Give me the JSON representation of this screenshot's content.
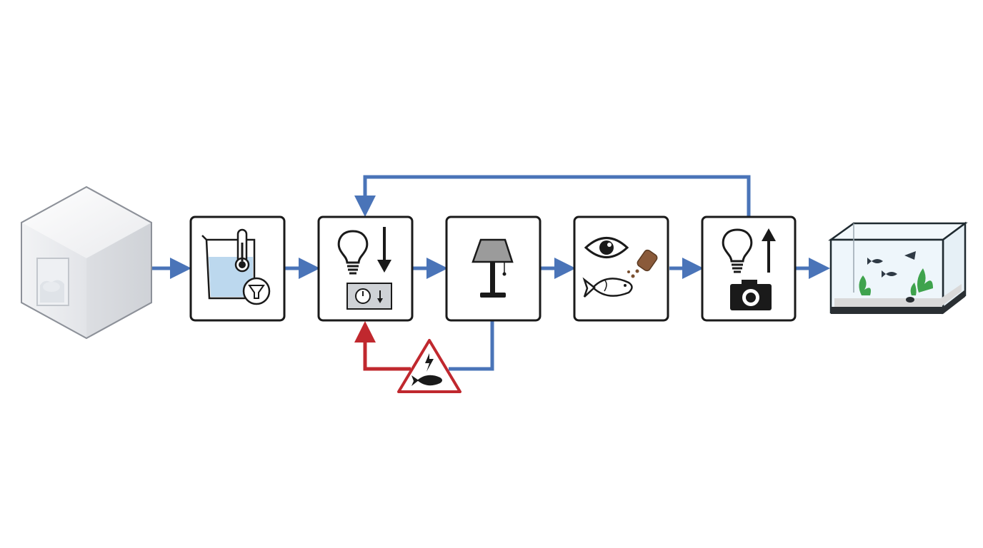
{
  "diagram": {
    "type": "process-flow",
    "steps": [
      {
        "icon": "storage-cube-with-beaker-icon"
      },
      {
        "icon": "beaker-thermometer-filter-icon"
      },
      {
        "icon": "light-bulb-down-timer-icon"
      },
      {
        "icon": "table-lamp-icon"
      },
      {
        "icon": "eye-fish-food-icon"
      },
      {
        "icon": "light-bulb-up-camera-icon"
      },
      {
        "icon": "aquarium-tank-icon"
      }
    ],
    "loops": [
      {
        "from_step": 6,
        "to_step": 3,
        "kind": "feedback",
        "color": "#4a74b8"
      },
      {
        "from_step": 4,
        "to_step": 3,
        "kind": "warning",
        "via_icon": "electric-fish-warning-icon",
        "color": "#c0282e"
      }
    ],
    "colors": {
      "arrow": "#4a74b8",
      "warning": "#c0282e",
      "box_border": "#1a1a1a",
      "water": "#bcd8ee",
      "plant": "#3fa34d"
    }
  }
}
